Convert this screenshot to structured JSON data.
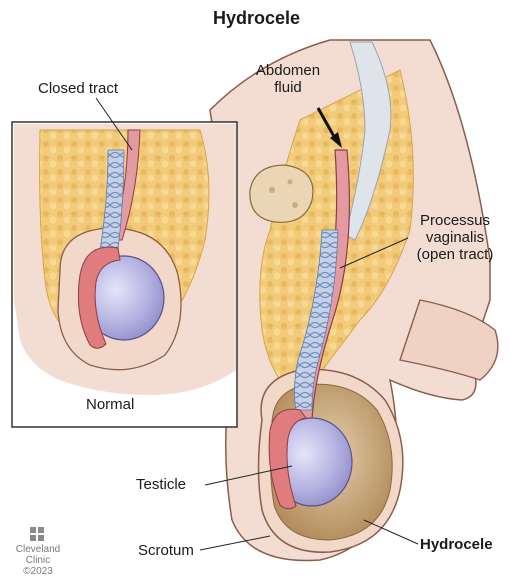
{
  "title": "Hydrocele",
  "labels": {
    "abdomen_fluid": [
      "Abdomen",
      "fluid"
    ],
    "closed_tract": "Closed tract",
    "processus_vaginalis": [
      "Processus",
      "vaginalis",
      "(open tract)"
    ],
    "normal": "Normal",
    "testicle": "Testicle",
    "scrotum": "Scrotum",
    "hydrocele": "Hydrocele"
  },
  "logo": {
    "line1": "Cleveland",
    "line2": "Clinic",
    "copyright": "©2023"
  },
  "colors": {
    "skin": "#f3ddd2",
    "skin_shade": "#e8c2b2",
    "fat": "#f0c873",
    "fat_dark": "#d9a448",
    "tract": "#d97f86",
    "epididymis": "#e07b7e",
    "testicle": "#b3b1e1",
    "vessels": "#7f9cc2",
    "hydrocele_fluid": "#c5a77f",
    "bone": "#ead6b4",
    "outline": "#5b3a2e"
  }
}
